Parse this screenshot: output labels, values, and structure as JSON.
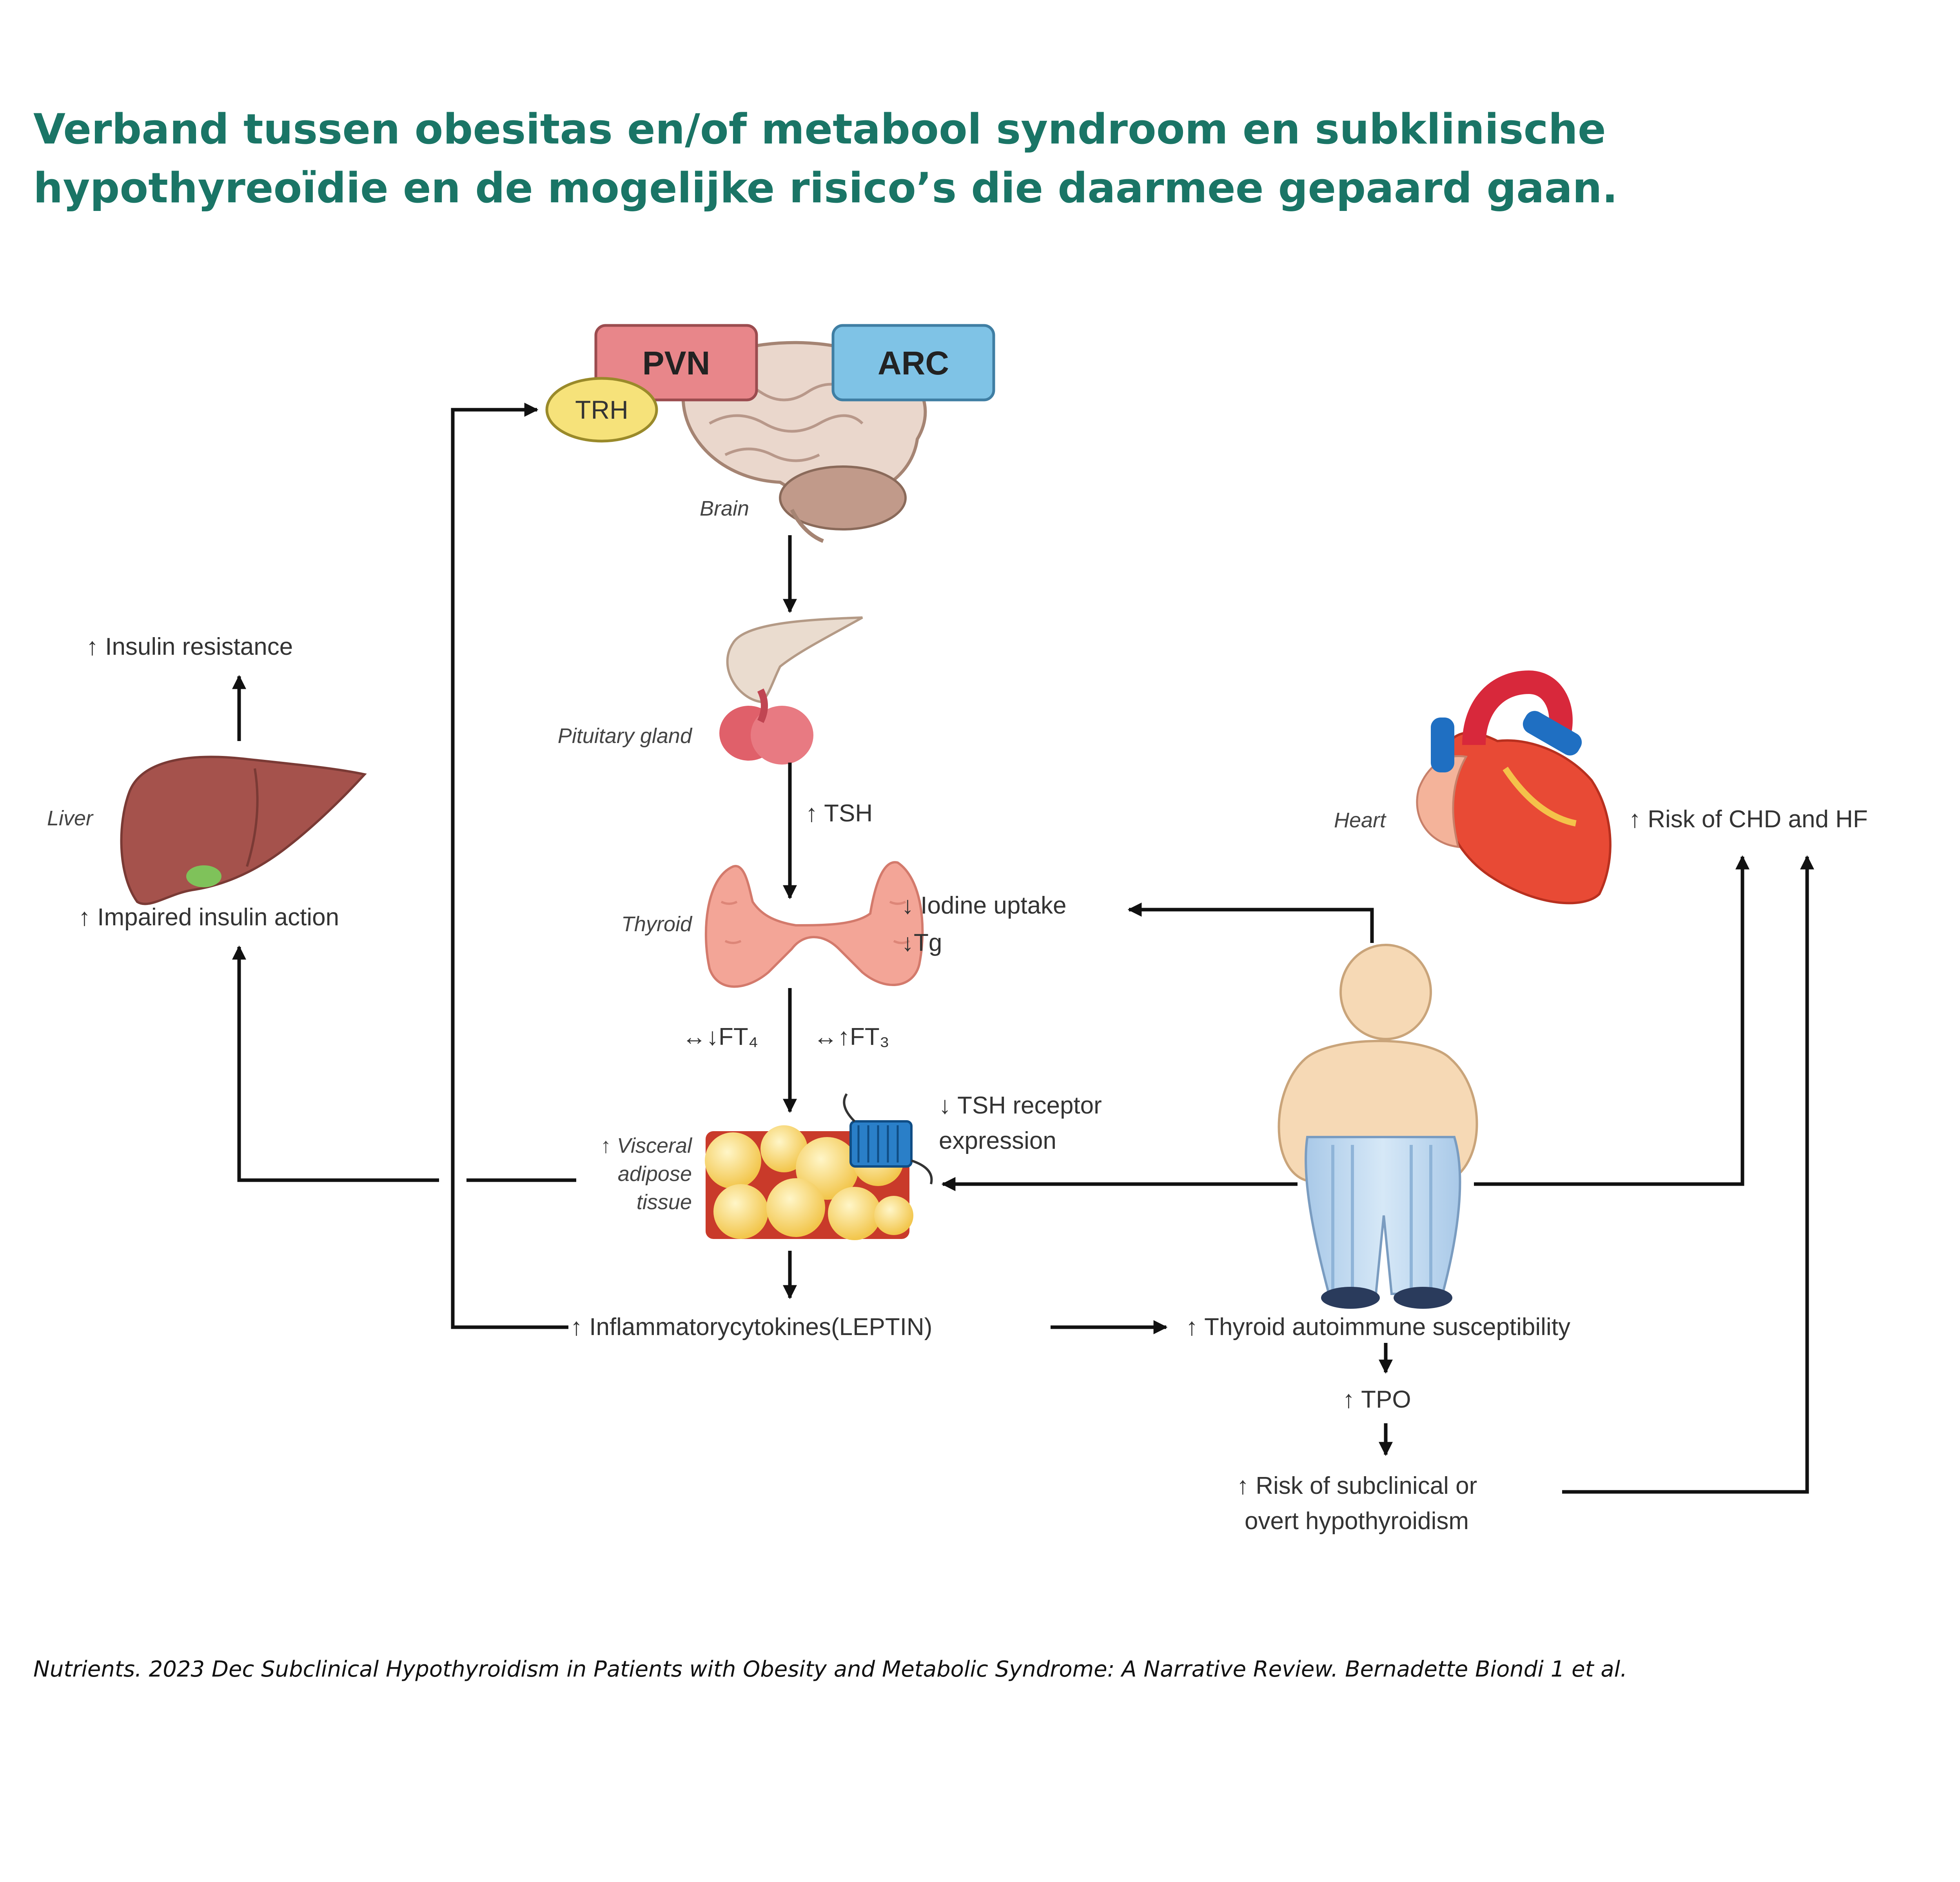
{
  "header": {
    "title_line1": "Verband tussen obesitas en/of metabool syndroom en subklinische",
    "title_line2": "hypothyreoïdie en de mogelijke risico’s die daarmee gepaard gaan."
  },
  "diagram": {
    "brain": {
      "pvn": "PVN",
      "arc": "ARC",
      "trh": "TRH",
      "label": "Brain"
    },
    "pituitary": {
      "label": "Pituitary gland",
      "tsh": "↑ TSH"
    },
    "thyroid": {
      "label": "Thyroid",
      "iodine": "↓ Iodine uptake",
      "tg": "↓Tg",
      "ft4": "↔↓FT₄",
      "ft3": "↔↑FT₃"
    },
    "adipose": {
      "label_line1": "↑ Visceral",
      "label_line2": "adipose",
      "label_line3": "tissue",
      "receptor_line1": "↓ TSH receptor",
      "receptor_line2": "expression"
    },
    "cytokines": "↑ Inflammatorycytokines(LEPTIN)",
    "autoimmune": "↑ Thyroid autoimmune susceptibility",
    "tpo": "↑ TPO",
    "hypothyroid_line1": "↑ Risk of subclinical or",
    "hypothyroid_line2": "overt hypothyroidism",
    "liver": {
      "label": "Liver",
      "insulin_resistance": "↑ Insulin resistance",
      "impaired": "↑ Impaired insulin action"
    },
    "heart": {
      "label": "Heart",
      "risk": "↑ Risk of CHD and HF"
    },
    "colors": {
      "pvn": "#e8868a",
      "arc": "#7fc3e6",
      "trh": "#f6e27a",
      "title": "#1a7566"
    }
  },
  "footer": {
    "citation": "Nutrients. 2023 Dec  Subclinical Hypothyroidism in Patients with Obesity and Metabolic Syndrome: A Narrative Review. Bernadette Biondi 1 et al."
  }
}
